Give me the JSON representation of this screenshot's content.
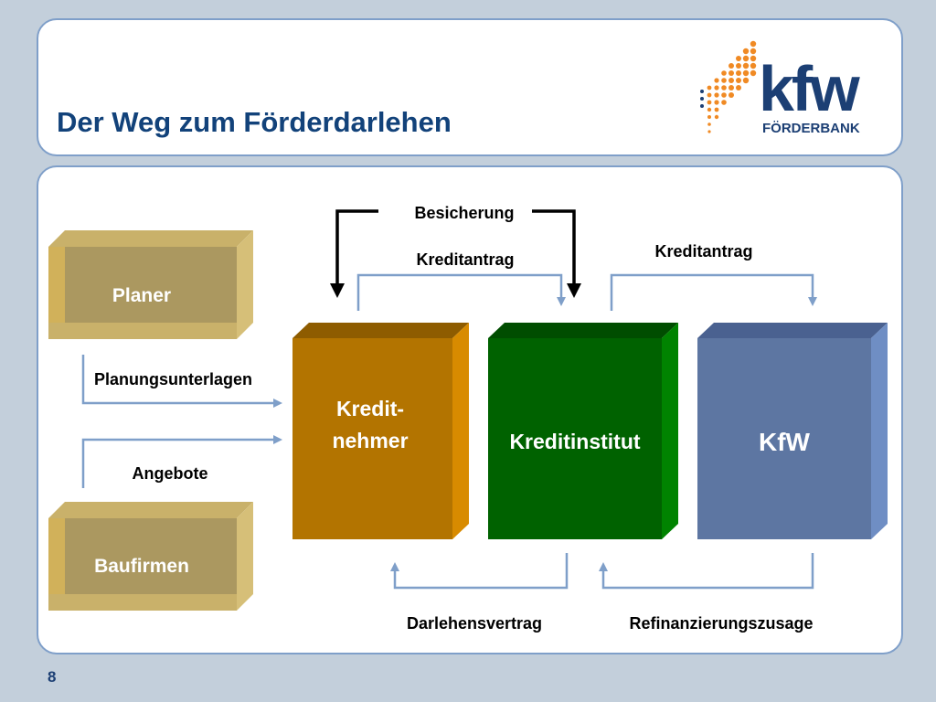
{
  "title": "Der Weg zum Förderdarlehen",
  "logo": {
    "wordmark": "kfw",
    "subtitle": "FÖRDERBANK"
  },
  "page_number": "8",
  "colors": {
    "background": "#c3cfdb",
    "panel_border": "#7f9fc9",
    "title": "#12427a",
    "kreditnehmer": "#b37400",
    "kreditinstitut": "#006200",
    "kfw": "#5d76a2",
    "planer_box": "#ab9860",
    "connector": "#7f9fc9",
    "logo_dots": "#f08a24"
  },
  "diagram": {
    "nodes": {
      "planer": "Planer",
      "baufirmen": "Baufirmen",
      "kreditnehmer_line1": "Kredit-",
      "kreditnehmer_line2": "nehmer",
      "kreditinstitut": "Kreditinstitut",
      "kfw": "KfW"
    },
    "edges": {
      "besicherung": "Besicherung",
      "kreditantrag_1": "Kreditantrag",
      "kreditantrag_2": "Kreditantrag",
      "planungsunterlagen": "Planungsunterlagen",
      "angebote": "Angebote",
      "darlehensvertrag": "Darlehensvertrag",
      "refinanzierungszusage": "Refinanzierungszusage"
    }
  }
}
